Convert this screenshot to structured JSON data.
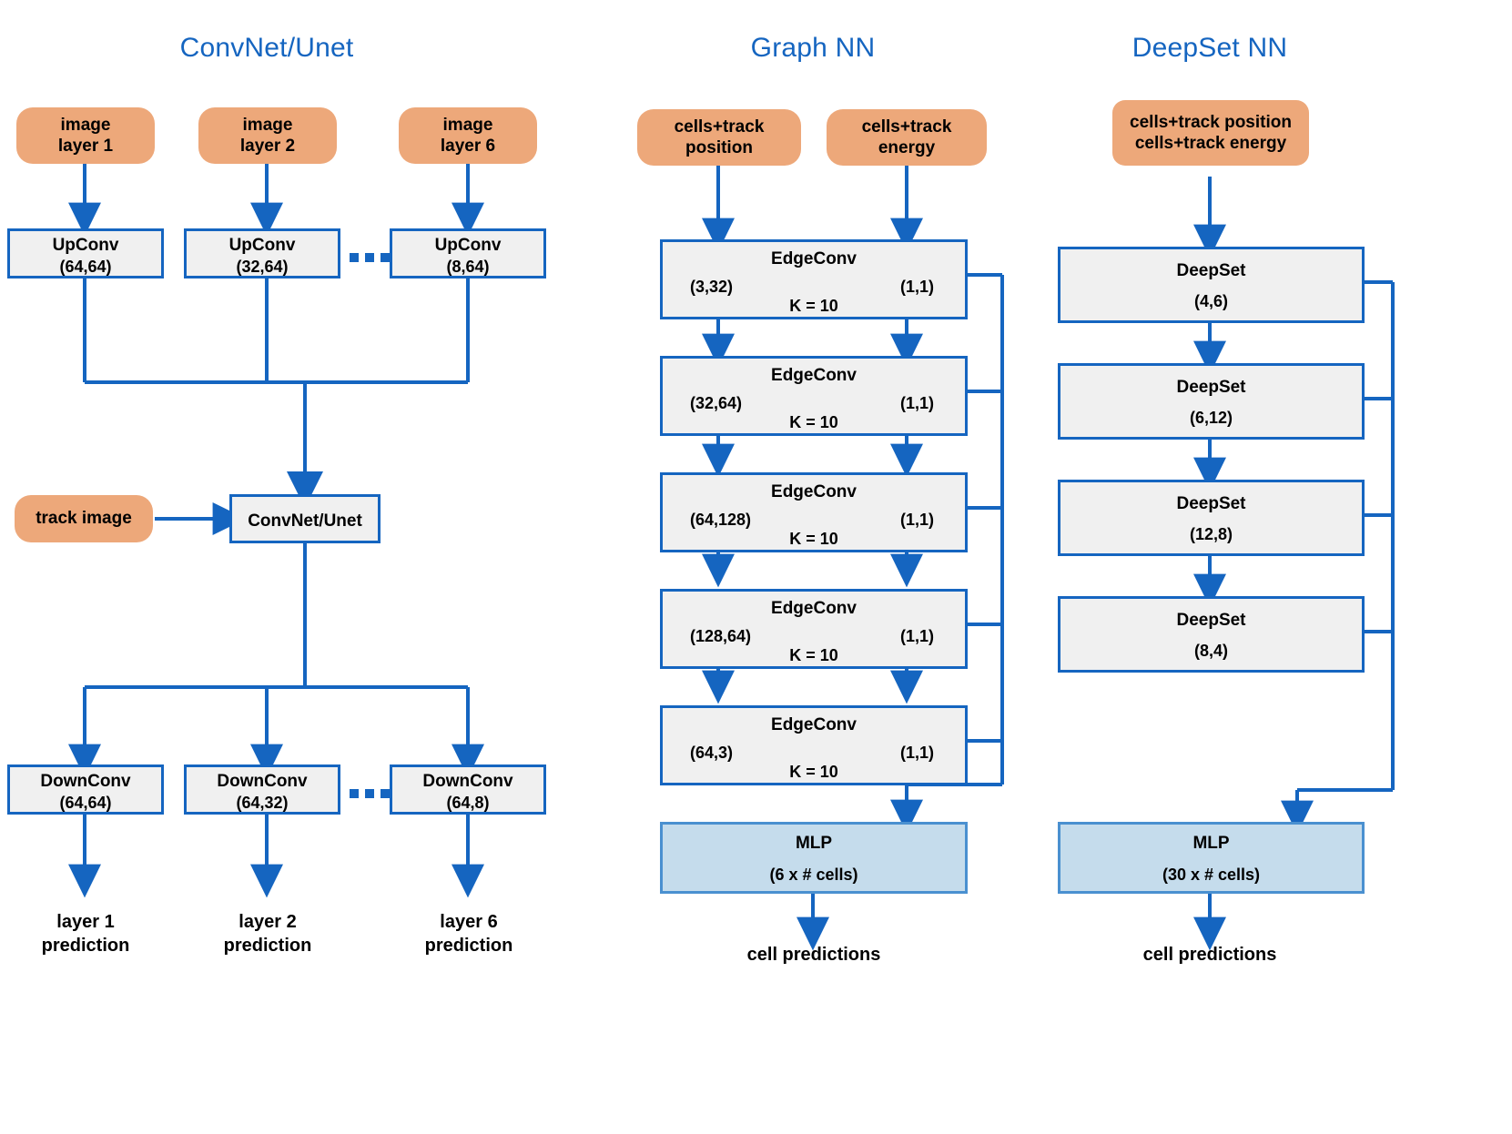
{
  "diagram": {
    "title_color": "#1565C0",
    "input_fill": "#EDA87A",
    "block_fill": "#F0F0F0",
    "block_stroke": "#1565C0",
    "mlp_fill": "#C5DCEC",
    "mlp_stroke": "#4A90D0",
    "background": "#FFFFFF"
  },
  "columns": [
    {
      "id": "convnet",
      "title": "ConvNet/Unet",
      "inputs": [
        {
          "label": "image\nlayer 1"
        },
        {
          "label": "image\nlayer 2"
        },
        {
          "label": "image\nlayer 6"
        }
      ],
      "upconv": [
        {
          "title": "UpConv",
          "sub": "(64,64)"
        },
        {
          "title": "UpConv",
          "sub": "(32,64)"
        },
        {
          "title": "UpConv",
          "sub": "(8,64)"
        }
      ],
      "track_input": "track image",
      "core": {
        "title": "ConvNet/Unet"
      },
      "downconv": [
        {
          "title": "DownConv",
          "sub": "(64,64)"
        },
        {
          "title": "DownConv",
          "sub": "(64,32)"
        },
        {
          "title": "DownConv",
          "sub": "(64,8)"
        }
      ],
      "outputs": [
        "layer 1\nprediction",
        "layer 2\nprediction",
        "layer 6\nprediction"
      ],
      "ellipsis": "..."
    },
    {
      "id": "graphnn",
      "title": "Graph NN",
      "inputs": [
        {
          "label": "cells+track\nposition"
        },
        {
          "label": "cells+track\nenergy"
        }
      ],
      "blocks": [
        {
          "title": "EdgeConv",
          "left": "(3,32)",
          "right": "(1,1)",
          "k": "K = 10"
        },
        {
          "title": "EdgeConv",
          "left": "(32,64)",
          "right": "(1,1)",
          "k": "K = 10"
        },
        {
          "title": "EdgeConv",
          "left": "(64,128)",
          "right": "(1,1)",
          "k": "K = 10"
        },
        {
          "title": "EdgeConv",
          "left": "(128,64)",
          "right": "(1,1)",
          "k": "K = 10"
        },
        {
          "title": "EdgeConv",
          "left": "(64,3)",
          "right": "(1,1)",
          "k": "K = 10"
        }
      ],
      "mlp": {
        "title": "MLP",
        "sub": "(6 x # cells)"
      },
      "output": "cell predictions"
    },
    {
      "id": "deepset",
      "title": "DeepSet NN",
      "inputs": [
        {
          "label": "cells+track position\ncells+track energy"
        }
      ],
      "blocks": [
        {
          "title": "DeepSet",
          "sub": "(4,6)"
        },
        {
          "title": "DeepSet",
          "sub": "(6,12)"
        },
        {
          "title": "DeepSet",
          "sub": "(12,8)"
        },
        {
          "title": "DeepSet",
          "sub": "(8,4)"
        }
      ],
      "mlp": {
        "title": "MLP",
        "sub": "(30 x # cells)"
      },
      "output": "cell predictions"
    }
  ]
}
